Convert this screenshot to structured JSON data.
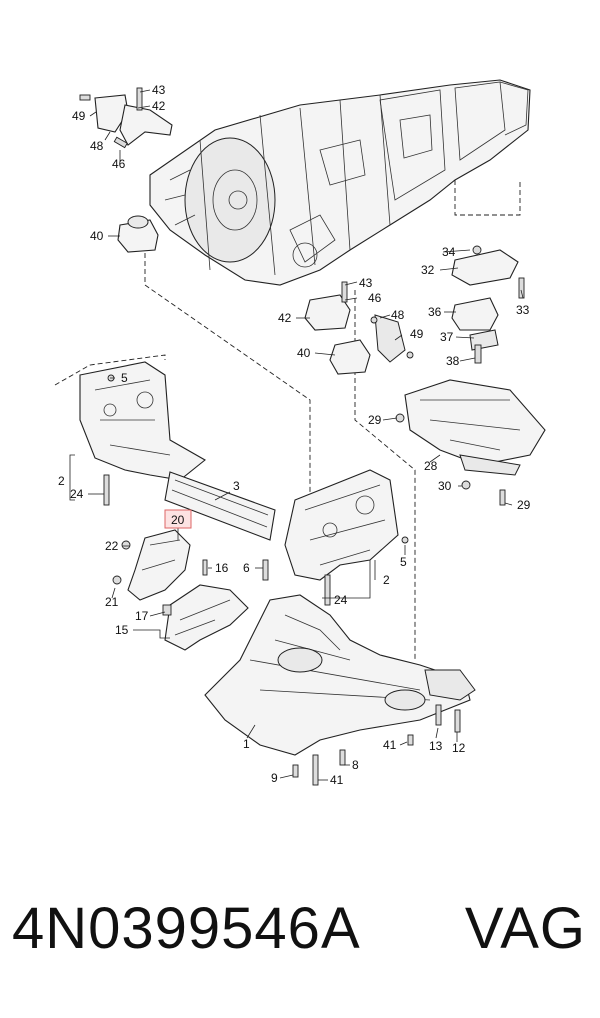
{
  "callouts": {
    "n1": "1",
    "n2a": "2",
    "n2b": "2",
    "n3": "3",
    "n5a": "5",
    "n5b": "5",
    "n6": "6",
    "n8": "8",
    "n9": "9",
    "n12": "12",
    "n13": "13",
    "n15": "15",
    "n16": "16",
    "n17": "17",
    "n20": "20",
    "n21": "21",
    "n22": "22",
    "n24a": "24",
    "n24b": "24",
    "n28": "28",
    "n29a": "29",
    "n29b": "29",
    "n30": "30",
    "n32": "32",
    "n33": "33",
    "n34": "34",
    "n36": "36",
    "n37": "37",
    "n38": "38",
    "n40a": "40",
    "n40b": "40",
    "n41a": "41",
    "n41b": "41",
    "n42a": "42",
    "n42b": "42",
    "n43a": "43",
    "n43b": "43",
    "n46a": "46",
    "n46b": "46",
    "n48a": "48",
    "n48b": "48",
    "n49a": "49",
    "n49b": "49"
  },
  "highlighted_callout": "20",
  "footer": {
    "part_number": "4N0399546A",
    "brand": "VAG"
  },
  "colors": {
    "highlight_fill": "#fde3e3",
    "highlight_stroke": "#d66",
    "line": "#222222"
  }
}
